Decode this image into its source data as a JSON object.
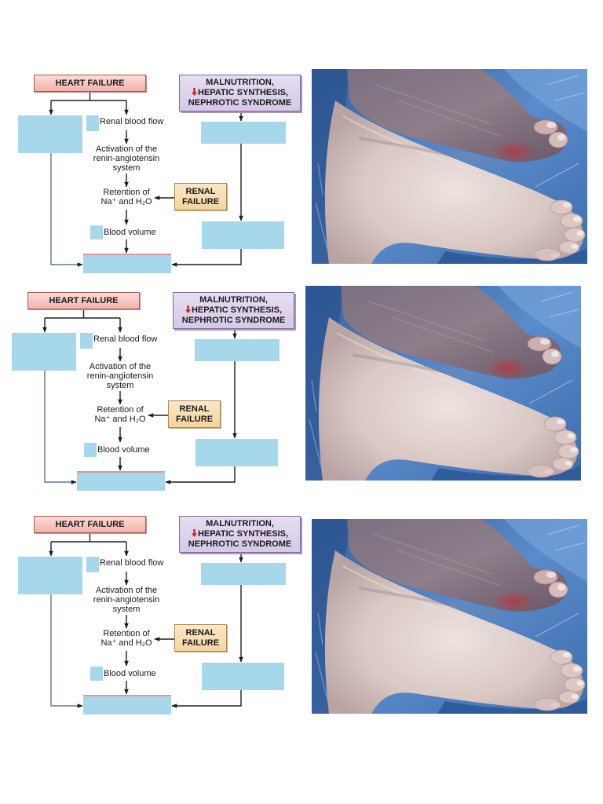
{
  "flowchart": {
    "heart_failure": "HEART FAILURE",
    "malnutrition": {
      "line1": "MALNUTRITION,",
      "line2": "HEPATIC SYNTHESIS,",
      "line3": "NEPHROTIC SYNDROME"
    },
    "renal_blood_flow": "Renal blood flow",
    "activation": [
      "Activation of the",
      "renin-angiotensin",
      "system"
    ],
    "retention": [
      "Retention of",
      "Na⁺ and H₂O"
    ],
    "renal_failure": [
      "RENAL",
      "FAILURE"
    ],
    "blood_volume": "Blood volume"
  },
  "icons": {
    "decrease": "decrease-arrow-icon",
    "connector_arrow": "arrow-icon"
  },
  "colors": {
    "blue_box": "#a7d7ea",
    "heart_failure_fill": "#f1b3aa",
    "malnutrition_fill": "#d5c9e6",
    "renal_failure_fill": "#f3d49f",
    "decrease_arrow": "#d0211c",
    "connector": "#1e1e1e",
    "drape_blue": "#4a78b8"
  }
}
